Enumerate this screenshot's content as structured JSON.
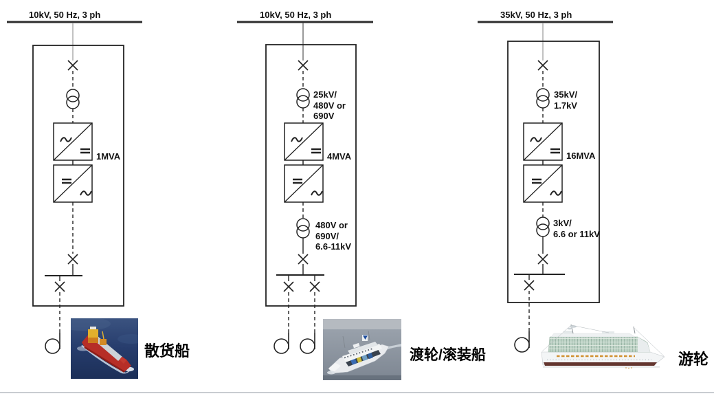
{
  "diagram": {
    "columns": [
      {
        "bus_label": "10kV, 50 Hz, 3 ph",
        "converter_rating": "1MVA",
        "ship_name": "散货船"
      },
      {
        "bus_label": "10kV, 50 Hz, 3 ph",
        "input_transformer_label": "25kV/\n480V or\n690V",
        "converter_rating": "4MVA",
        "output_transformer_label": "480V or\n690V/\n6.6-11kV",
        "ship_name": "渡轮/滚装船"
      },
      {
        "bus_label": "35kV, 50 Hz, 3 ph",
        "input_transformer_label": "35kV/\n1.7kV",
        "converter_rating": "16MVA",
        "output_transformer_label": "3kV/\n6.6 or 11kV",
        "ship_name": "游轮"
      }
    ],
    "stroke_color": "#222222",
    "divider_color": "#c9ccd1"
  }
}
